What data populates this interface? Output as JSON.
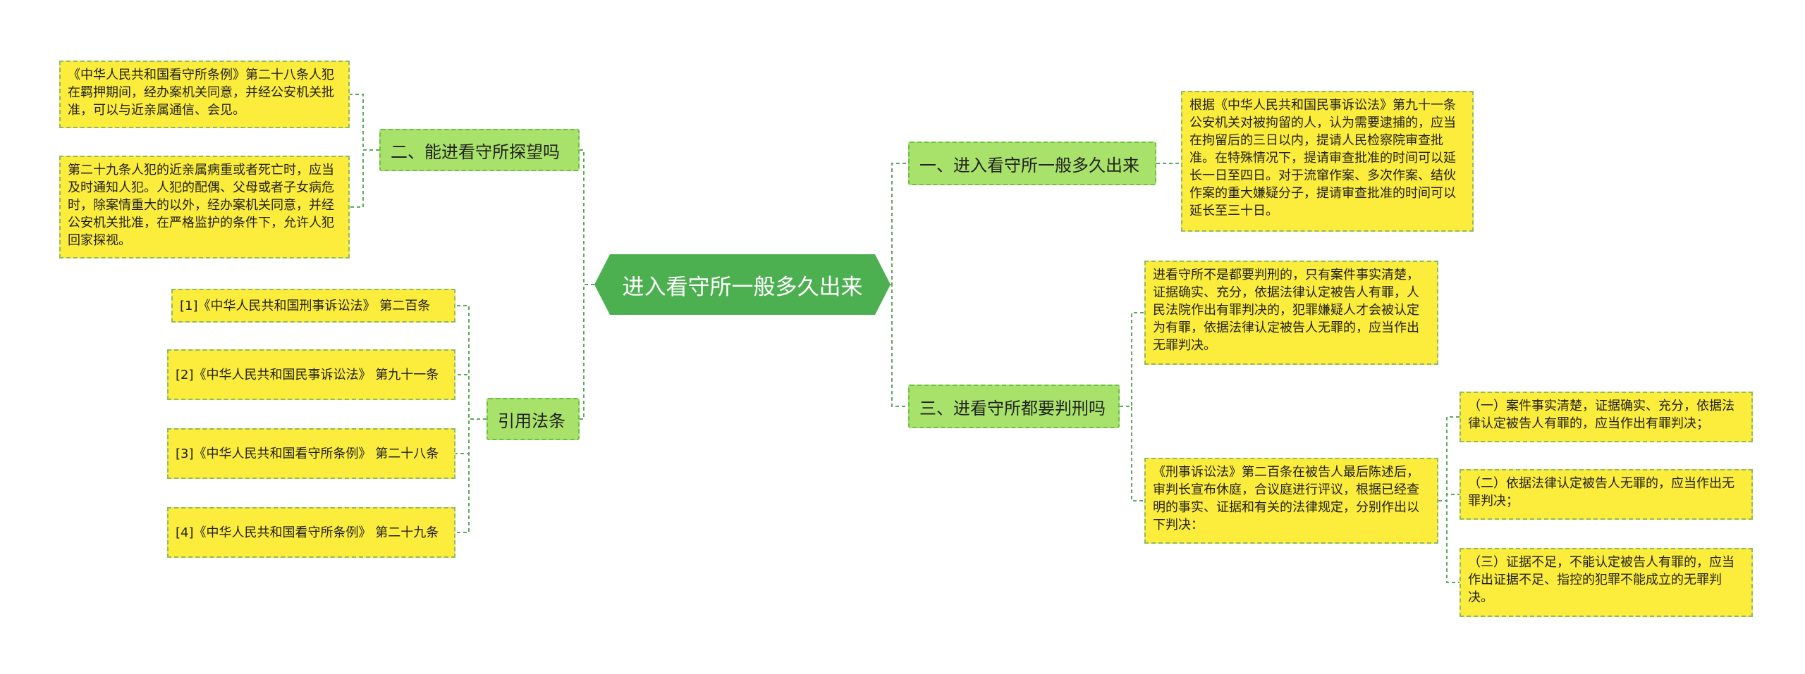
{
  "root": {
    "label": "进入看守所一般多久出来"
  },
  "left": {
    "branch_visit": {
      "label": "二、能进看守所探望吗",
      "notes": [
        "《中华人民共和国看守所条例》第二十八条人犯在羁押期间，经办案机关同意，并经公安机关批准，可以与近亲属通信、会见。",
        "第二十九条人犯的近亲属病重或者死亡时，应当及时通知人犯。人犯的配偶、父母或者子女病危时，除案情重大的以外，经办案机关同意，并经公安机关批准，在严格监护的条件下，允许人犯回家探视。"
      ]
    },
    "branch_refs": {
      "label": "引用法条",
      "refs": [
        "[1]《中华人民共和国刑事诉讼法》 第二百条",
        "[2]《中华人民共和国民事诉讼法》 第九十一条",
        "[3]《中华人民共和国看守所条例》 第二十八条",
        "[4]《中华人民共和国看守所条例》 第二十九条"
      ]
    }
  },
  "right": {
    "branch_time": {
      "label": "一、进入看守所一般多久出来",
      "note": "根据《中华人民共和国民事诉讼法》第九十一条公安机关对被拘留的人，认为需要逮捕的，应当在拘留后的三日以内，提请人民检察院审查批准。在特殊情况下，提请审查批准的时间可以延长一日至四日。对于流窜作案、多次作案、结伙作案的重大嫌疑分子，提请审查批准的时间可以延长至三十日。"
    },
    "branch_sentence": {
      "label": "三、进看守所都要判刑吗",
      "note1": "进看守所不是都要判刑的，只有案件事实清楚，证据确实、充分，依据法律认定被告人有罪，人民法院作出有罪判决的，犯罪嫌疑人才会被认定为有罪，依据法律认定被告人无罪的，应当作出无罪判决。",
      "note2": "《刑事诉讼法》第二百条在被告人最后陈述后，审判长宣布休庭，合议庭进行评议，根据已经查明的事实、证据和有关的法律规定，分别作出以下判决：",
      "verdicts": [
        "（一）案件事实清楚，证据确实、充分，依据法律认定被告人有罪的，应当作出有罪判决；",
        "（二）依据法律认定被告人无罪的，应当作出无罪判决；",
        "（三）证据不足，不能认定被告人有罪的，应当作出证据不足、指控的犯罪不能成立的无罪判决。"
      ]
    }
  },
  "colors": {
    "root_fill": "#4caf50",
    "branch_fill": "#a9e26a",
    "leaf_fill": "#fcec3b",
    "connector": "#5aaa5a"
  }
}
